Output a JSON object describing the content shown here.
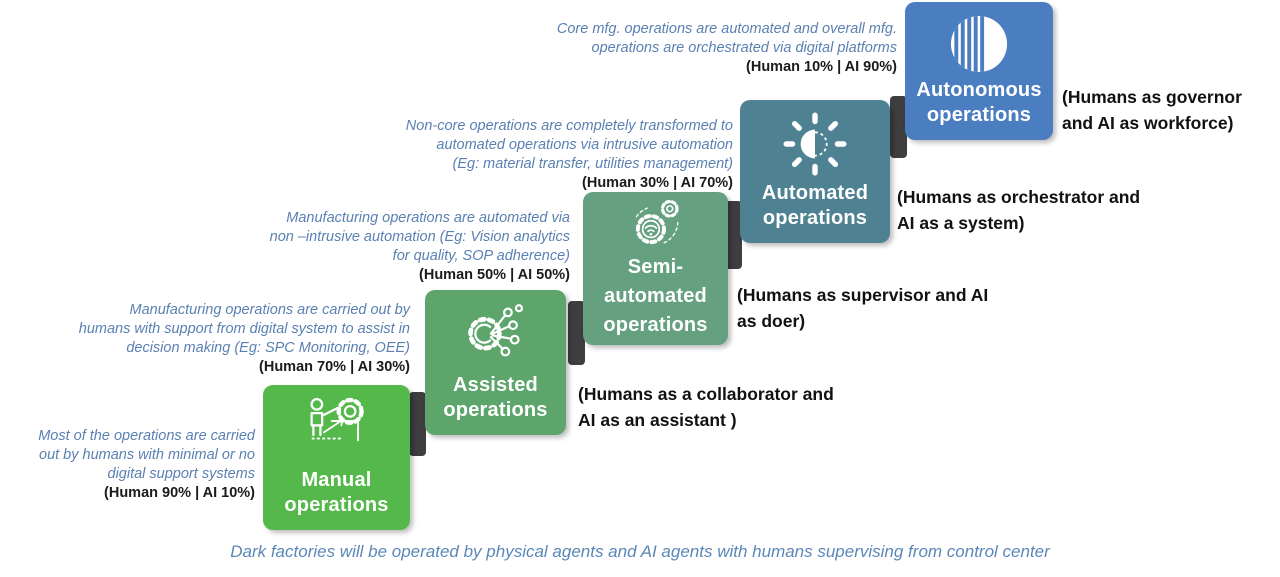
{
  "caption": "Dark factories will be operated by physical agents and AI agents with humans supervising from control center",
  "steps": [
    {
      "name": "Manual operations",
      "label": "Manual\noperations",
      "description": "Most of the operations are carried\nout by humans with minimal or no\ndigital support systems",
      "human_ai_split": "(Human 90% | AI 10%)",
      "color": "#54b84a",
      "icon": "worker-with-gear-icon"
    },
    {
      "name": "Assisted operations",
      "label": "Assisted\noperations",
      "description": "Manufacturing operations are carried out by\nhumans with support from digital system to assist in\ndecision making (Eg: SPC Monitoring, OEE)",
      "human_ai_split": "(Human 70% | AI 30%)",
      "role": "(Humans as a collaborator and\nAI as an assistant )",
      "color": "#5ea56c",
      "icon": "gear-network-icon"
    },
    {
      "name": "Semi-automated operations",
      "label": "Semi-\nautomated\noperations",
      "description": "Manufacturing operations are automated via\nnon –intrusive automation (Eg: Vision analytics\nfor quality, SOP adherence)",
      "human_ai_split": "(Human 50% | AI 50%)",
      "role": "(Humans as supervisor and AI\nas doer)",
      "color": "#65a081",
      "icon": "gear-wifi-icon"
    },
    {
      "name": "Automated operations",
      "label": "Automated\noperations",
      "description": "Non-core operations are completely transformed to\nautomated operations via intrusive automation\n(Eg: material transfer, utilities management)",
      "human_ai_split": "(Human 30% | AI 70%)",
      "role": "(Humans as orchestrator and\nAI as a system)",
      "color": "#4e8191",
      "icon": "half-sun-icon"
    },
    {
      "name": "Autonomous operations",
      "label": "Autonomous\noperations",
      "description": "Core mfg. operations are automated and overall mfg.\noperations are orchestrated via digital platforms",
      "human_ai_split": "(Human 10% | AI 90%)",
      "role": "(Humans as governor\nand AI as workforce)",
      "color": "#4a7ec1",
      "icon": "striped-circle-icon"
    }
  ],
  "colors": {
    "background": "#ffffff",
    "description_text": "#5a80b2",
    "split_text": "#1b1b1b",
    "role_text": "#111111",
    "connector": "#3e3e40",
    "caption_text": "#5b87b8"
  }
}
